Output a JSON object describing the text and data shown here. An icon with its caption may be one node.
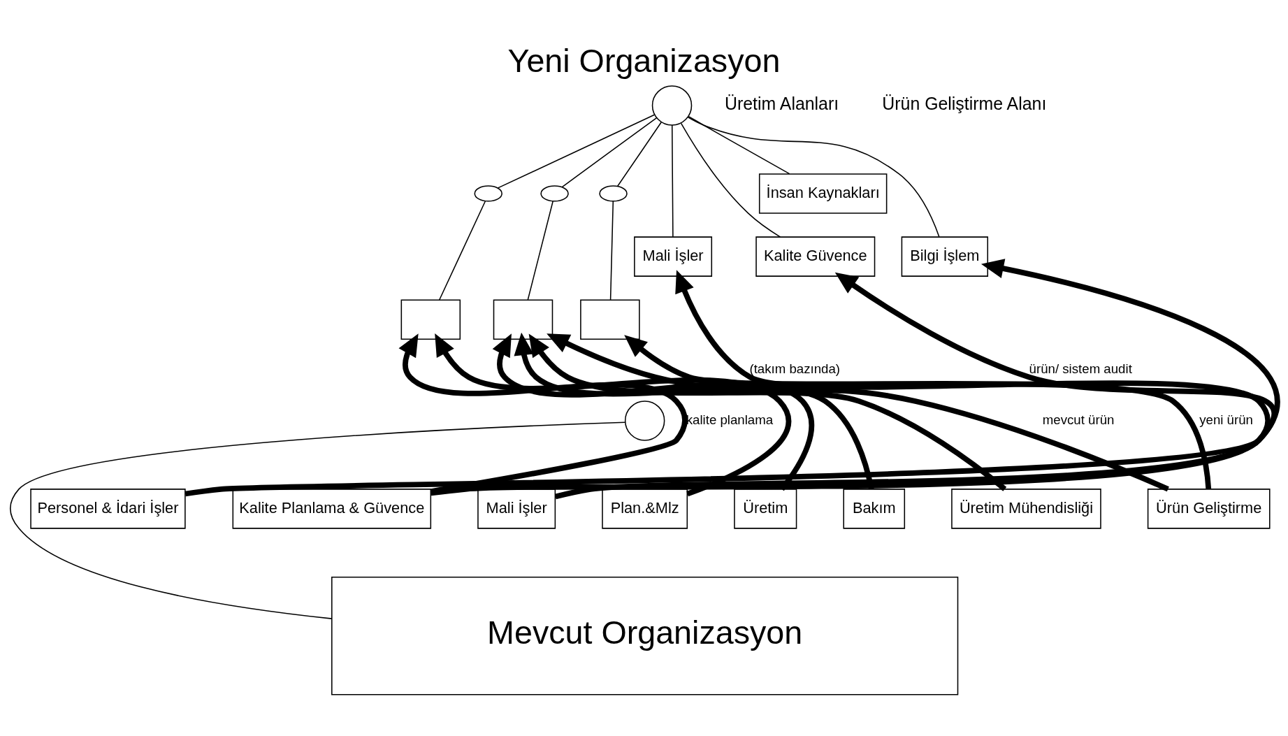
{
  "diagram": {
    "title": "Yeni Organizasyon",
    "nodes": [
      {
        "text": [],
        "shape": "circle"
      },
      {
        "text": [],
        "shape": "oval"
      },
      {
        "text": [],
        "shape": "oval"
      },
      {
        "text": [],
        "shape": "oval"
      },
      {
        "text": [],
        "shape": "box"
      },
      {
        "text": [],
        "shape": "box"
      },
      {
        "text": [],
        "shape": "box"
      },
      {
        "text": [
          "Mali İşler"
        ]
      },
      {
        "text": [
          "Kalite Güvence"
        ]
      },
      {
        "text": [
          "İnsan Kaynakları"
        ]
      },
      {
        "text": [
          "Bilgi İşlem"
        ]
      },
      {
        "text": [],
        "shape": "circle"
      },
      {
        "text": [
          "Mevcut Organizasyon"
        ]
      },
      {
        "text": [
          "Personel & İdari İşler"
        ]
      },
      {
        "text": [
          "Kalite Planlama & Güvence"
        ]
      },
      {
        "text": [
          "Mali İşler"
        ]
      },
      {
        "text": [
          "Plan.&Mlz"
        ]
      },
      {
        "text": [
          "Üretim"
        ]
      },
      {
        "text": [
          "Bakım"
        ]
      },
      {
        "text": [
          "Üretim Mühendisliği"
        ]
      },
      {
        "text": [
          "Ürün Geliştirme"
        ]
      }
    ],
    "edges": [
      {
        "from": 0,
        "to": 1,
        "arrow": "none"
      },
      {
        "from": 0,
        "to": 2,
        "arrow": "none"
      },
      {
        "from": 0,
        "to": 3,
        "arrow": "none"
      },
      {
        "from": 1,
        "to": 4,
        "arrow": "none"
      },
      {
        "from": 2,
        "to": 5,
        "arrow": "none"
      },
      {
        "from": 3,
        "to": 6,
        "arrow": "none"
      },
      {
        "from": 0,
        "to": 7,
        "arrow": "none"
      },
      {
        "from": 0,
        "to": 8,
        "arrow": "none"
      },
      {
        "from": 0,
        "to": 9,
        "arrow": "none"
      },
      {
        "from": 0,
        "to": 10,
        "arrow": "none"
      },
      {
        "from": 11,
        "to": 12,
        "arrow": "none"
      },
      {
        "from": 13,
        "to": 10,
        "arrow": "to",
        "style": "thick"
      },
      {
        "from": 14,
        "to": 8,
        "arrow": "to",
        "style": "thick",
        "label": "ürün/ sistem audit"
      },
      {
        "from": 14,
        "to": 4,
        "arrow": "to",
        "style": "thick",
        "label": "kalite planlama"
      },
      {
        "from": 15,
        "to": 7,
        "arrow": "to",
        "style": "thick",
        "label": "(takım bazında)"
      },
      {
        "from": 16,
        "to": 4,
        "arrow": "to",
        "style": "thick"
      },
      {
        "from": 17,
        "to": 5,
        "arrow": "to",
        "style": "thick"
      },
      {
        "from": 18,
        "to": 5,
        "arrow": "to",
        "style": "thick"
      },
      {
        "from": 19,
        "to": 5,
        "arrow": "to",
        "style": "thick"
      },
      {
        "from": 20,
        "to": 5,
        "arrow": "to",
        "style": "thick",
        "label": "mevcut ürün"
      },
      {
        "from": 20,
        "to": 6,
        "arrow": "to",
        "style": "thick",
        "label": "yeni ürün"
      }
    ],
    "labels": [
      "Üretim Alanları",
      "Ürün Geliştirme Alanı"
    ]
  }
}
